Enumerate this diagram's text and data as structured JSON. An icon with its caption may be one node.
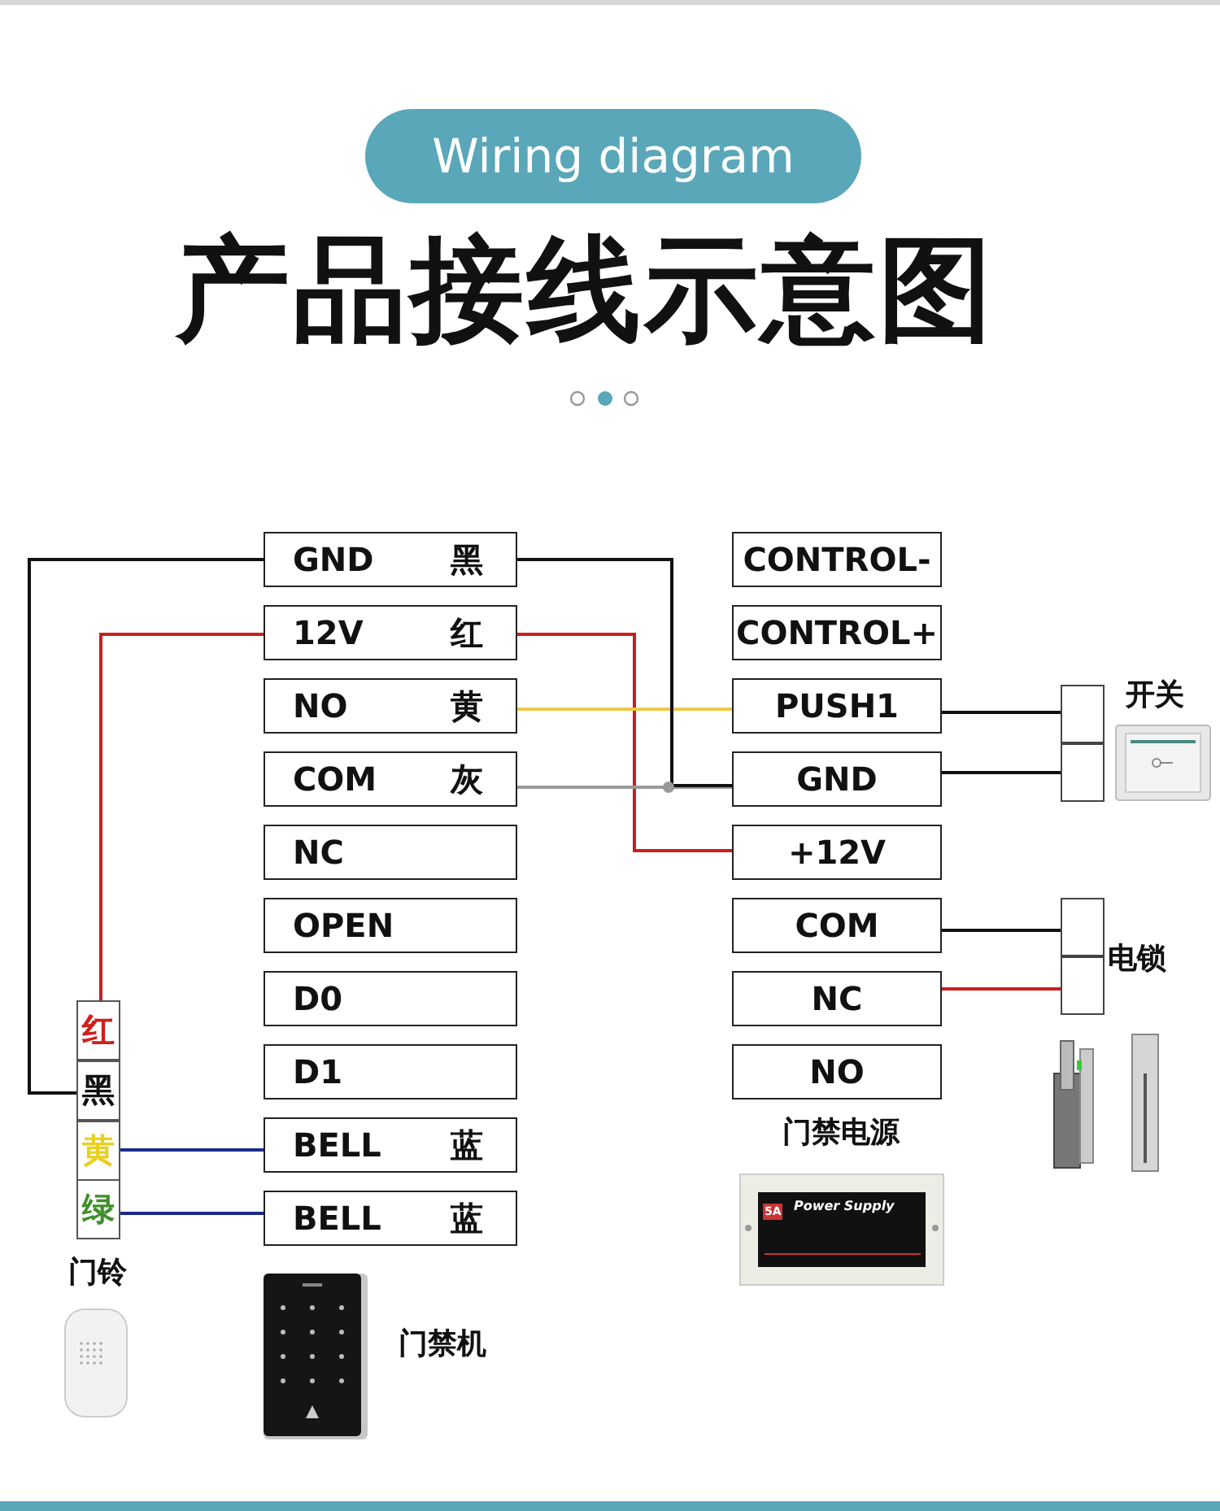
{
  "diagram": {
    "title": "产品接线示意图",
    "nodes": [
      {
        "text": [
          "GND",
          "黑"
        ]
      },
      {
        "text": [
          "12V",
          "红"
        ]
      },
      {
        "text": [
          "NO",
          "黄"
        ]
      },
      {
        "text": [
          "COM",
          "灰"
        ]
      },
      {
        "text": [
          "NC"
        ]
      },
      {
        "text": [
          "OPEN"
        ]
      },
      {
        "text": [
          "D0"
        ]
      },
      {
        "text": [
          "D1"
        ]
      },
      {
        "text": [
          "BELL",
          "蓝"
        ]
      },
      {
        "text": [
          "BELL",
          "蓝"
        ]
      },
      {
        "text": [
          "CONTROL-"
        ]
      },
      {
        "text": [
          "CONTROL+"
        ]
      },
      {
        "text": [
          "PUSH1"
        ]
      },
      {
        "text": [
          "GND"
        ]
      },
      {
        "text": [
          "+12V"
        ]
      },
      {
        "text": [
          "COM"
        ]
      },
      {
        "text": [
          "NC"
        ]
      },
      {
        "text": [
          "NO"
        ]
      },
      {
        "text": [
          "红"
        ]
      },
      {
        "text": [
          "黑"
        ]
      },
      {
        "text": [
          "黄"
        ]
      },
      {
        "text": [
          "绿"
        ]
      },
      {
        "text": [],
        "shape": "box"
      },
      {
        "text": [],
        "shape": "box"
      },
      {
        "text": [],
        "shape": "box"
      },
      {
        "text": [],
        "shape": "box"
      }
    ],
    "edges": [
      {
        "from": 0,
        "to": 19,
        "arrow": "none"
      },
      {
        "from": 1,
        "to": 18,
        "arrow": "none",
        "color": "#c8201e"
      },
      {
        "from": 8,
        "to": 20,
        "arrow": "none",
        "color": "#1c2a8c"
      },
      {
        "from": 9,
        "to": 21,
        "arrow": "none",
        "color": "#1c2a8c"
      },
      {
        "from": 0,
        "to": 13,
        "arrow": "none"
      },
      {
        "from": 1,
        "to": 14,
        "arrow": "none",
        "color": "#c8201e"
      },
      {
        "from": 2,
        "to": 12,
        "arrow": "none",
        "color": "#f0c848"
      },
      {
        "from": 3,
        "to": 13,
        "arrow": "none",
        "color": "#9a9a9a"
      },
      {
        "from": 12,
        "to": 22,
        "arrow": "none"
      },
      {
        "from": 13,
        "to": 23,
        "arrow": "none"
      },
      {
        "from": 15,
        "to": 24,
        "arrow": "none"
      },
      {
        "from": 16,
        "to": 25,
        "arrow": "none",
        "color": "#c8201e"
      }
    ],
    "labels": [
      "Wiring diagram",
      "开关",
      "电锁",
      "门禁电源",
      "5A",
      "Power Supply",
      "门铃",
      "门禁机"
    ]
  }
}
